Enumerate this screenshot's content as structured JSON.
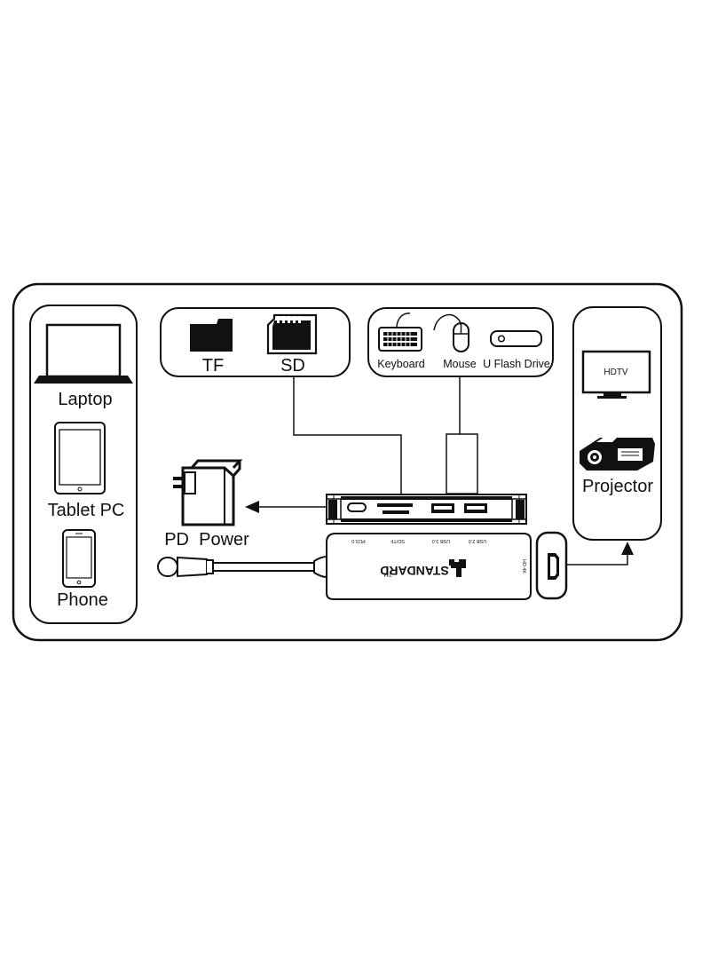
{
  "devices": {
    "laptop": "Laptop",
    "tablet": "Tablet PC",
    "phone": "Phone"
  },
  "cards": {
    "tf": "TF",
    "sd": "SD"
  },
  "peripherals": {
    "keyboard": "Keyboard",
    "mouse": "Mouse",
    "flash_drive": "U Flash Drive"
  },
  "power": {
    "label": "PD  Power"
  },
  "display": {
    "hdtv": "HDTV",
    "projector": "Projector"
  },
  "hub": {
    "brand": "STANDARD",
    "tm": "TM",
    "ports": [
      "PD3.0",
      "SD/TF",
      "USB 3.0",
      "USB 2.0"
    ],
    "hd_label": "HD 4K"
  },
  "colors": {
    "line": "#111111",
    "background": "#ffffff"
  }
}
